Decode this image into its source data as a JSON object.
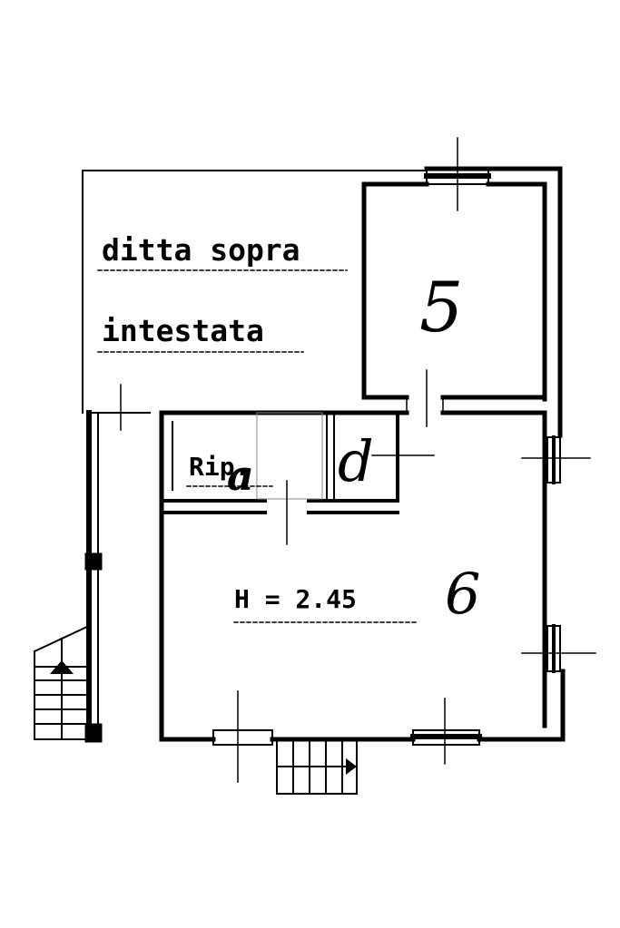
{
  "plan": {
    "labels": {
      "owner_line1": "ditta sopra",
      "owner_line2": "intestata",
      "storage": "Rip.",
      "height": "H = 2.45"
    },
    "room_numbers": {
      "room5": "5",
      "room6": "6",
      "mark_a": "a",
      "mark_d": "d"
    },
    "colors": {
      "ink": "#000000",
      "paper": "#ffffff"
    }
  }
}
